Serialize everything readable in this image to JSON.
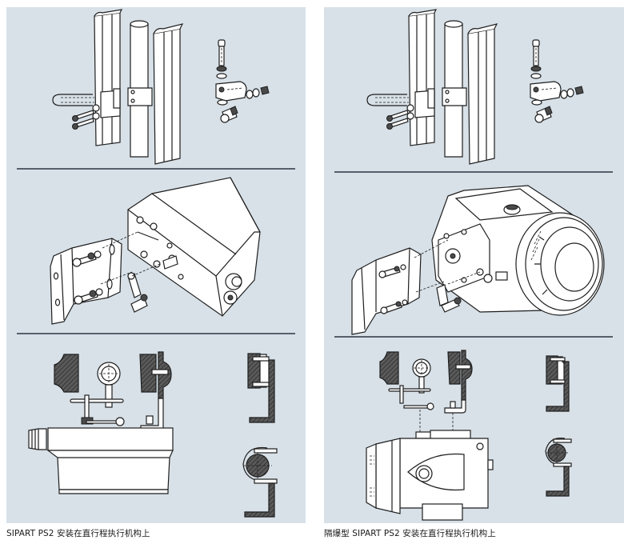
{
  "page": {
    "background": "#ffffff",
    "panel_color": "#d8e1e8",
    "divider_color": "#55606a"
  },
  "panels": [
    {
      "id": "standard",
      "caption": "SIPART PS2 安装在直行程执行机构上",
      "figures": [
        {
          "subject": "yoke-pillar-mounting-kit"
        },
        {
          "subject": "positioner-bracket-exploded-view"
        },
        {
          "subject": "positioner-side-view-and-clamp-sections"
        }
      ]
    },
    {
      "id": "explosion-proof",
      "caption": "隔爆型 SIPART PS2 安装在直行程执行机构上",
      "figures": [
        {
          "subject": "yoke-pillar-mounting-kit"
        },
        {
          "subject": "explosion-proof-positioner-bracket-exploded-view"
        },
        {
          "subject": "explosion-proof-positioner-side-view-and-clamp-sections"
        }
      ]
    }
  ]
}
